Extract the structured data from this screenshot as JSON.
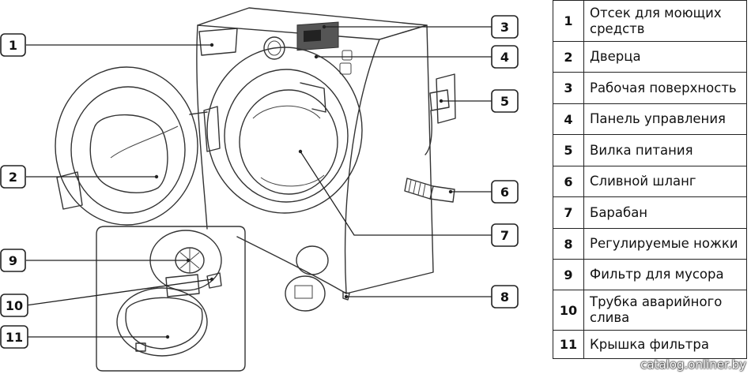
{
  "callouts": [
    {
      "num": "1"
    },
    {
      "num": "2"
    },
    {
      "num": "3"
    },
    {
      "num": "4"
    },
    {
      "num": "5"
    },
    {
      "num": "6"
    },
    {
      "num": "7"
    },
    {
      "num": "8"
    },
    {
      "num": "9"
    },
    {
      "num": "10"
    },
    {
      "num": "11"
    }
  ],
  "legend": [
    {
      "num": "1",
      "label": "Отсек для моющих средств"
    },
    {
      "num": "2",
      "label": "Дверца"
    },
    {
      "num": "3",
      "label": "Рабочая поверхность"
    },
    {
      "num": "4",
      "label": "Панель управления"
    },
    {
      "num": "5",
      "label": "Вилка питания"
    },
    {
      "num": "6",
      "label": "Сливной шланг"
    },
    {
      "num": "7",
      "label": "Барабан"
    },
    {
      "num": "8",
      "label": "Регулируемые ножки"
    },
    {
      "num": "9",
      "label": "Фильтр для мусора"
    },
    {
      "num": "10",
      "label": "Трубка аварийного слива"
    },
    {
      "num": "11",
      "label": "Крышка фильтра"
    }
  ],
  "watermark": "catalog.onliner.by"
}
